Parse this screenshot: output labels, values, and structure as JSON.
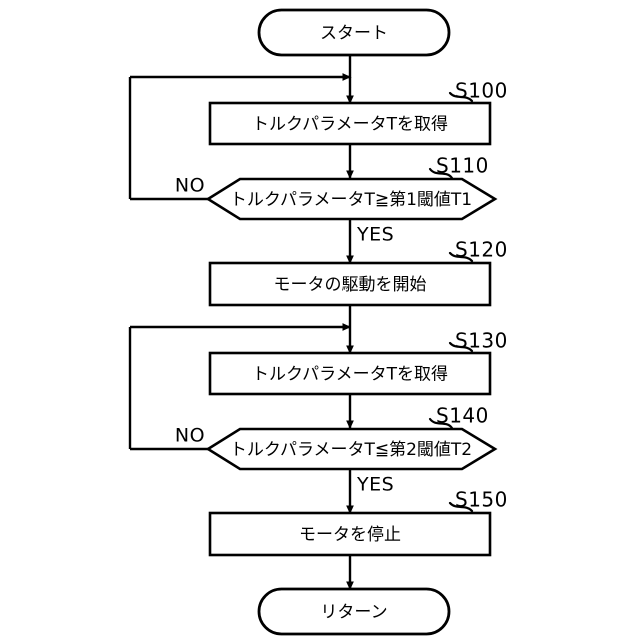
{
  "diagram": {
    "title": "motor torque control flowchart",
    "language": "ja",
    "line_color": "#000000",
    "background_color": "#ffffff"
  },
  "terminals": {
    "start": "スタート",
    "end": "リターン"
  },
  "branches": {
    "no": "NO",
    "yes": "YES"
  },
  "nodes": [
    {
      "id": "S100",
      "type": "process",
      "text": "トルクパラメータTを取得",
      "step_label": "S100"
    },
    {
      "id": "S110",
      "type": "decision",
      "text": "トルクパラメータT≧第1閾値T1",
      "step_label": "S110",
      "no_label": "NO",
      "yes_label": "YES"
    },
    {
      "id": "S120",
      "type": "process",
      "text": "モータの駆動を開始",
      "step_label": "S120"
    },
    {
      "id": "S130",
      "type": "process",
      "text": "トルクパラメータTを取得",
      "step_label": "S130"
    },
    {
      "id": "S140",
      "type": "decision",
      "text": "トルクパラメータT≦第2閾値T2",
      "step_label": "S140",
      "no_label": "NO",
      "yes_label": "YES"
    },
    {
      "id": "S150",
      "type": "process",
      "text": "モータを停止",
      "step_label": "S150"
    }
  ]
}
